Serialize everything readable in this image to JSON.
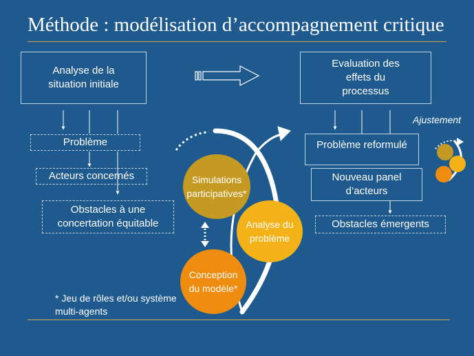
{
  "title": "Méthode : modélisation d’accompagnement critique",
  "left": {
    "top_box": "Analyse de la situation initiale",
    "items": [
      "Problème",
      "Acteurs concernés",
      "Obstacles à une concertation équitable"
    ]
  },
  "right": {
    "top_box": "Evaluation des effets du processus",
    "items": [
      "Problème reformulé",
      "Nouveau panel d’acteurs",
      "Obstacles émergents"
    ]
  },
  "cycle": {
    "simulations": "Simulations participatives*",
    "analyse": "Analyse du problème",
    "conception": "Conception du modèle*"
  },
  "ajustement": "Ajustement",
  "footnote": "* Jeu de rôles et/ou système multi-agents",
  "colors": {
    "background": "#1f5a8e",
    "rule": "#c9a94a",
    "circle_simulations": "#c59a22",
    "circle_analyse": "#f3b318",
    "circle_conception": "#ee8c0f"
  }
}
